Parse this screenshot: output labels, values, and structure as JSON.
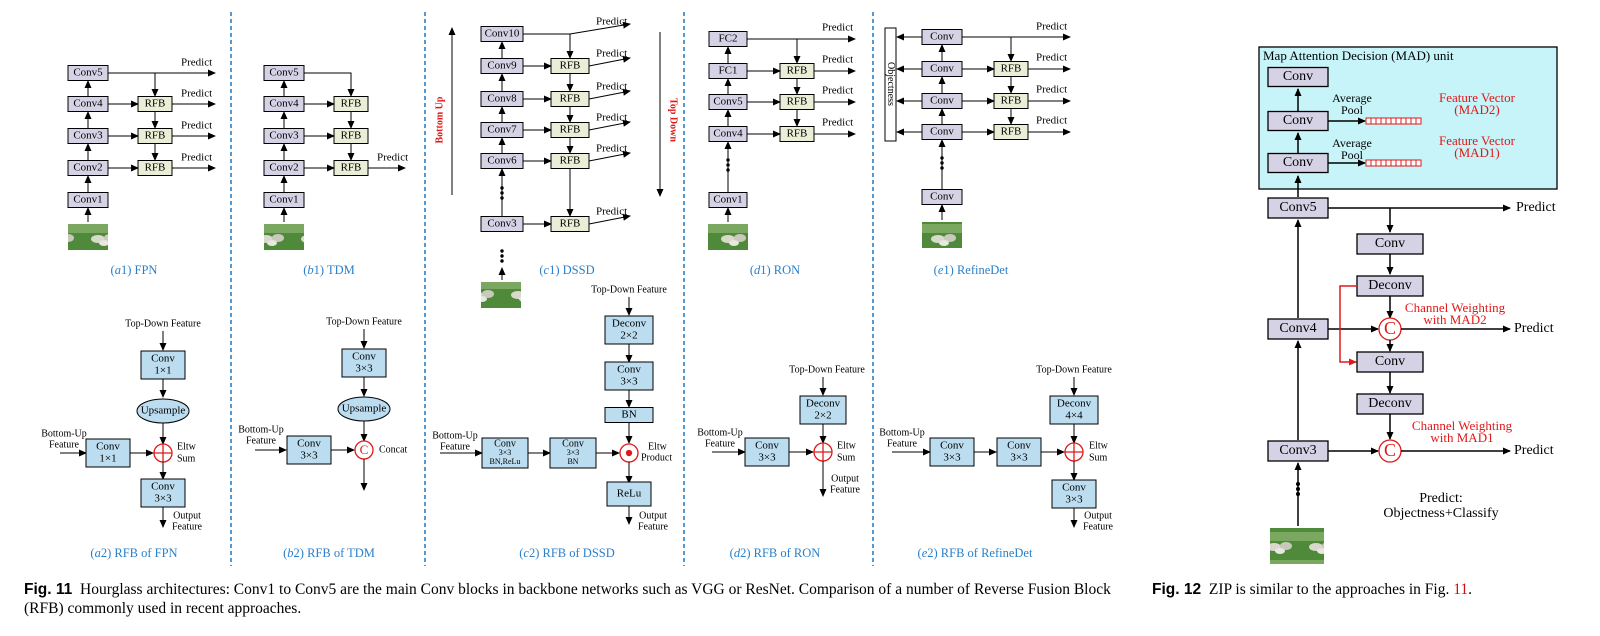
{
  "fig11": {
    "panels": {
      "fpn": {
        "top_label_prefix": "a",
        "top_label_num": "1",
        "top_label_name": " FPN",
        "bottom_label_prefix": "a",
        "bottom_label_num": "2",
        "bottom_label_name": " RFB of FPN",
        "convs": [
          "Conv5",
          "Conv4",
          "Conv3",
          "Conv2",
          "Conv1"
        ],
        "rfb": "RFB",
        "predict": "Predict",
        "rfb_detail": {
          "top_down": "Top-Down Feature",
          "conv_top_l1": "Conv",
          "conv_top_l2": "1×1",
          "upsample": "Upsample",
          "bottom_up_l1": "Bottom-Up",
          "bottom_up_l2": "Feature",
          "conv_left_l1": "Conv",
          "conv_left_l2": "1×1",
          "op_l1": "Eltw",
          "op_l2": "Sum",
          "conv_out_l1": "Conv",
          "conv_out_l2": "3×3",
          "out_l1": "Output",
          "out_l2": "Feature"
        }
      },
      "tdm": {
        "top_label_prefix": "b",
        "top_label_num": "1",
        "top_label_name": " TDM",
        "bottom_label_prefix": "b",
        "bottom_label_num": "2",
        "bottom_label_name": " RFB of TDM",
        "convs": [
          "Conv5",
          "Conv4",
          "Conv3",
          "Conv2",
          "Conv1"
        ],
        "rfb": "RFB",
        "predict": "Predict",
        "rfb_detail": {
          "top_down": "Top-Down Feature",
          "conv_top_l1": "Conv",
          "conv_top_l2": "3×3",
          "upsample": "Upsample",
          "bottom_up_l1": "Bottom-Up",
          "bottom_up_l2": "Feature",
          "conv_left_l1": "Conv",
          "conv_left_l2": "3×3",
          "op_symbol": "C",
          "op_l1": "Concat"
        }
      },
      "dssd": {
        "top_label_prefix": "c",
        "top_label_num": "1",
        "top_label_name": " DSSD",
        "bottom_label_prefix": "c",
        "bottom_label_num": "2",
        "bottom_label_name": " RFB of DSSD",
        "convs": [
          "Conv10",
          "Conv9",
          "Conv8",
          "Conv7",
          "Conv6",
          "Conv3"
        ],
        "rfb": "RFB",
        "predict": "Predict",
        "bottom_up": "Bottom Up",
        "top_down": "Top Down",
        "rfb_detail": {
          "top_down": "Top-Down Feature",
          "deconv_l1": "Deconv",
          "deconv_l2": "2×2",
          "conv_l1": "Conv",
          "conv_l2": "3×3",
          "bn": "BN",
          "bottom_up_l1": "Bottom-Up",
          "bottom_up_l2": "Feature",
          "conv_a_l1": "Conv",
          "conv_a_l2": "3×3",
          "conv_a_l3": "BN,ReLu",
          "conv_b_l1": "Conv",
          "conv_b_l2": "3×3",
          "conv_b_l3": "BN",
          "op_l1": "Eltw",
          "op_l2": "Product",
          "relu": "ReLu",
          "out_l1": "Output",
          "out_l2": "Feature"
        }
      },
      "ron": {
        "top_label_prefix": "d",
        "top_label_num": "1",
        "top_label_name": " RON",
        "bottom_label_prefix": "d",
        "bottom_label_num": "2",
        "bottom_label_name": " RFB of RON",
        "convs": [
          "FC2",
          "FC1",
          "Conv5",
          "Conv4",
          "Conv1"
        ],
        "rfb": "RFB",
        "predict": "Predict",
        "rfb_detail": {
          "top_down": "Top-Down Feature",
          "deconv_l1": "Deconv",
          "deconv_l2": "2×2",
          "bottom_up_l1": "Bottom-Up",
          "bottom_up_l2": "Feature",
          "conv_l1": "Conv",
          "conv_l2": "3×3",
          "op_l1": "Eltw",
          "op_l2": "Sum",
          "out_l1": "Output",
          "out_l2": "Feature"
        }
      },
      "refinedet": {
        "top_label_prefix": "e",
        "top_label_num": "1",
        "top_label_name": " RefineDet",
        "bottom_label_prefix": "e",
        "bottom_label_num": "2",
        "bottom_label_name": " RFB of RefineDet",
        "convs": [
          "Conv",
          "Conv",
          "Conv",
          "Conv",
          "Conv"
        ],
        "rfb": "RFB",
        "predict": "Predict",
        "objectness": "Objectness",
        "rfb_detail": {
          "top_down": "Top-Down Feature",
          "deconv_l1": "Deconv",
          "deconv_l2": "4×4",
          "bottom_up_l1": "Bottom-Up",
          "bottom_up_l2": "Feature",
          "conv_a_l1": "Conv",
          "conv_a_l2": "3×3",
          "conv_b_l1": "Conv",
          "conv_b_l2": "3×3",
          "op_l1": "Eltw",
          "op_l2": "Sum",
          "conv_out_l1": "Conv",
          "conv_out_l2": "3×3",
          "out_l1": "Output",
          "out_l2": "Feature"
        }
      }
    },
    "caption_label": "Fig. 11",
    "caption_text": "Hourglass architectures: Conv1 to Conv5 are the main Conv blocks in backbone networks such as VGG or ResNet. Comparison of a number of Reverse Fusion Block (RFB) commonly used in recent approaches."
  },
  "fig12": {
    "mad_title": "Map Attention Decision (MAD) unit",
    "conv": "Conv",
    "avg_l1": "Average",
    "avg_l2": "Pool",
    "fv_label": "Feature Vector",
    "mad2": "(MAD2)",
    "mad1": "(MAD1)",
    "conv5": "Conv5",
    "conv4": "Conv4",
    "conv3": "Conv3",
    "deconv": "Deconv",
    "cw_label": "Channel Weighting",
    "cw_mad2": "with MAD2",
    "cw_mad1": "with MAD1",
    "op_symbol": "C",
    "predict": "Predict",
    "final_l1": "Predict:",
    "final_l2": "Objectness+Classify",
    "caption_label": "Fig. 12",
    "caption_text_before": "ZIP is similar to the approaches in Fig. ",
    "caption_ref": "11",
    "caption_text_after": "."
  },
  "colors": {
    "conv_fill": "#d6d2e6",
    "rfb_fill": "#eaeed6",
    "detail_fill": "#bcdcef",
    "mad_bg": "#c6f4f8",
    "caption_blue": "#2a7fc9",
    "accent_red": "#e01818",
    "divider": "#2a7fc9"
  }
}
